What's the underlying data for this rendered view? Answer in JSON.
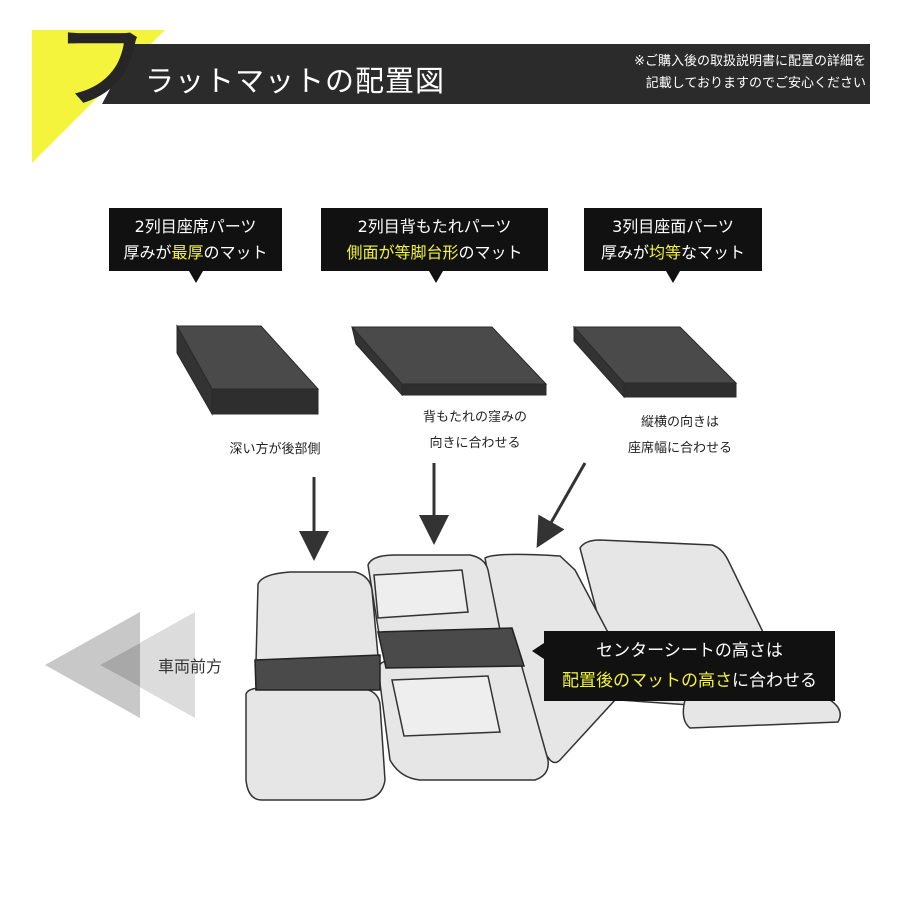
{
  "header": {
    "step_letter": "フ",
    "title": "ラットマットの配置図",
    "note_line1": "※ご購入後の取扱説明書に配置の詳細を",
    "note_line2": "記載しておりますのでご安心ください"
  },
  "callouts": [
    {
      "line1": "2列目座席パーツ",
      "line2_pre": "厚みが",
      "line2_hl": "最厚",
      "line2_post": "のマット"
    },
    {
      "line1": "2列目背もたれパーツ",
      "line2_pre": "",
      "line2_hl": "側面が等脚台形",
      "line2_post": "のマット"
    },
    {
      "line1": "3列目座面パーツ",
      "line2_pre": "厚みが",
      "line2_hl": "均等",
      "line2_post": "なマット"
    }
  ],
  "notes": [
    {
      "line1": "深い方が後部側",
      "line2": ""
    },
    {
      "line1": "背もたれの窪みの",
      "line2": "向きに合わせる"
    },
    {
      "line1": "縦横の向きは",
      "line2": "座席幅に合わせる"
    }
  ],
  "center_callout": {
    "line1": "センターシートの高さは",
    "line2_hl": "配置後のマットの高さ",
    "line2_post": "に合わせる"
  },
  "direction_label": "車両前方",
  "colors": {
    "accent_yellow": "#f4f43c",
    "dark": "#111111",
    "mat_top": "#4a4a4a",
    "mat_side": "#2e2e2e",
    "seat_fill": "#e6e6e6",
    "seat_stroke": "#333333",
    "arrow_gray": "#c8c8c8"
  }
}
